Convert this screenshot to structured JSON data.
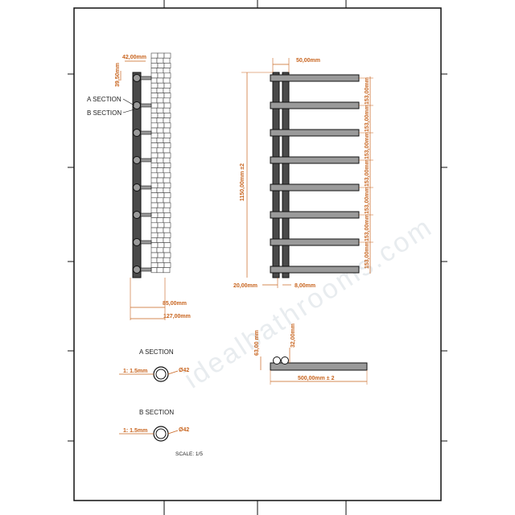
{
  "watermark": "idealbathrooms.com",
  "colors": {
    "dimension": "#c8641e",
    "rail": "#9a9a9a",
    "bar": "#4a4a4a",
    "line": "#111111"
  },
  "side_view": {
    "top_width": "42,00mm",
    "top_offset": "39,50mm",
    "a_section_label": "A SECTION",
    "b_section_label": "B SECTION",
    "depth_inner": "85,00mm",
    "depth_outer": "127,00mm"
  },
  "front_view": {
    "top_width": "50,00mm",
    "height": "1150,00mm ±2",
    "spacings": [
      "153,00mm",
      "153,00mm",
      "153,00mm",
      "153,00mm",
      "153,00mm",
      "153,00mm",
      "153,00mm"
    ],
    "bottom_left": "20,00mm",
    "bottom_right": "8,00mm"
  },
  "plan_view": {
    "left_height": "63,00 mm",
    "right_height": "32,00mm",
    "width": "500,00mm ± 2"
  },
  "a_section": {
    "title": "A SECTION",
    "thickness": "1: 1.5mm",
    "diameter": "Ø42"
  },
  "b_section": {
    "title": "B SECTION",
    "thickness": "1: 1.5mm",
    "diameter": "Ø42"
  },
  "scale": "SCALE: 1/5"
}
